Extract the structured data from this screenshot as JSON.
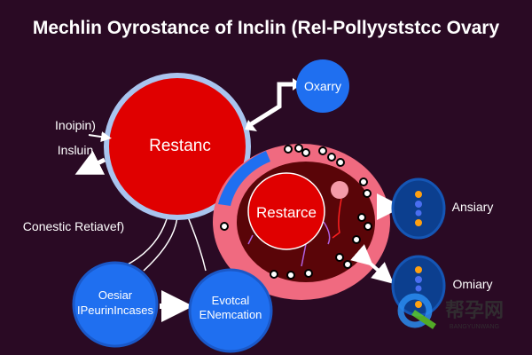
{
  "title": "Mechlin Oyrostance of Inclin (Rel-Pollyyststcc Ovary",
  "nodes": {
    "main_circle": "Restanc",
    "ovary_top": "Oxarry",
    "cell_center": "Restarce",
    "bottom_left": [
      "Oesiar",
      "IPeurinIncases"
    ],
    "bottom_right": [
      "Evotcal",
      "ENemcation"
    ],
    "right_top": "Ansiary",
    "right_bottom": "Omiary"
  },
  "labels": {
    "left_top": "Inoipin)",
    "left_mid": "Insluin",
    "left_bottom": "Conestic Retiavef)"
  },
  "watermark": {
    "text": "帮孕网",
    "sub": "BANGYUNWANG"
  },
  "colors": {
    "background": "#2a0a24",
    "red": "#e00000",
    "blue": "#1f6ff0",
    "pink": "#f06a80",
    "dark_red": "#5a0508",
    "ring": "#a9c4ee"
  }
}
